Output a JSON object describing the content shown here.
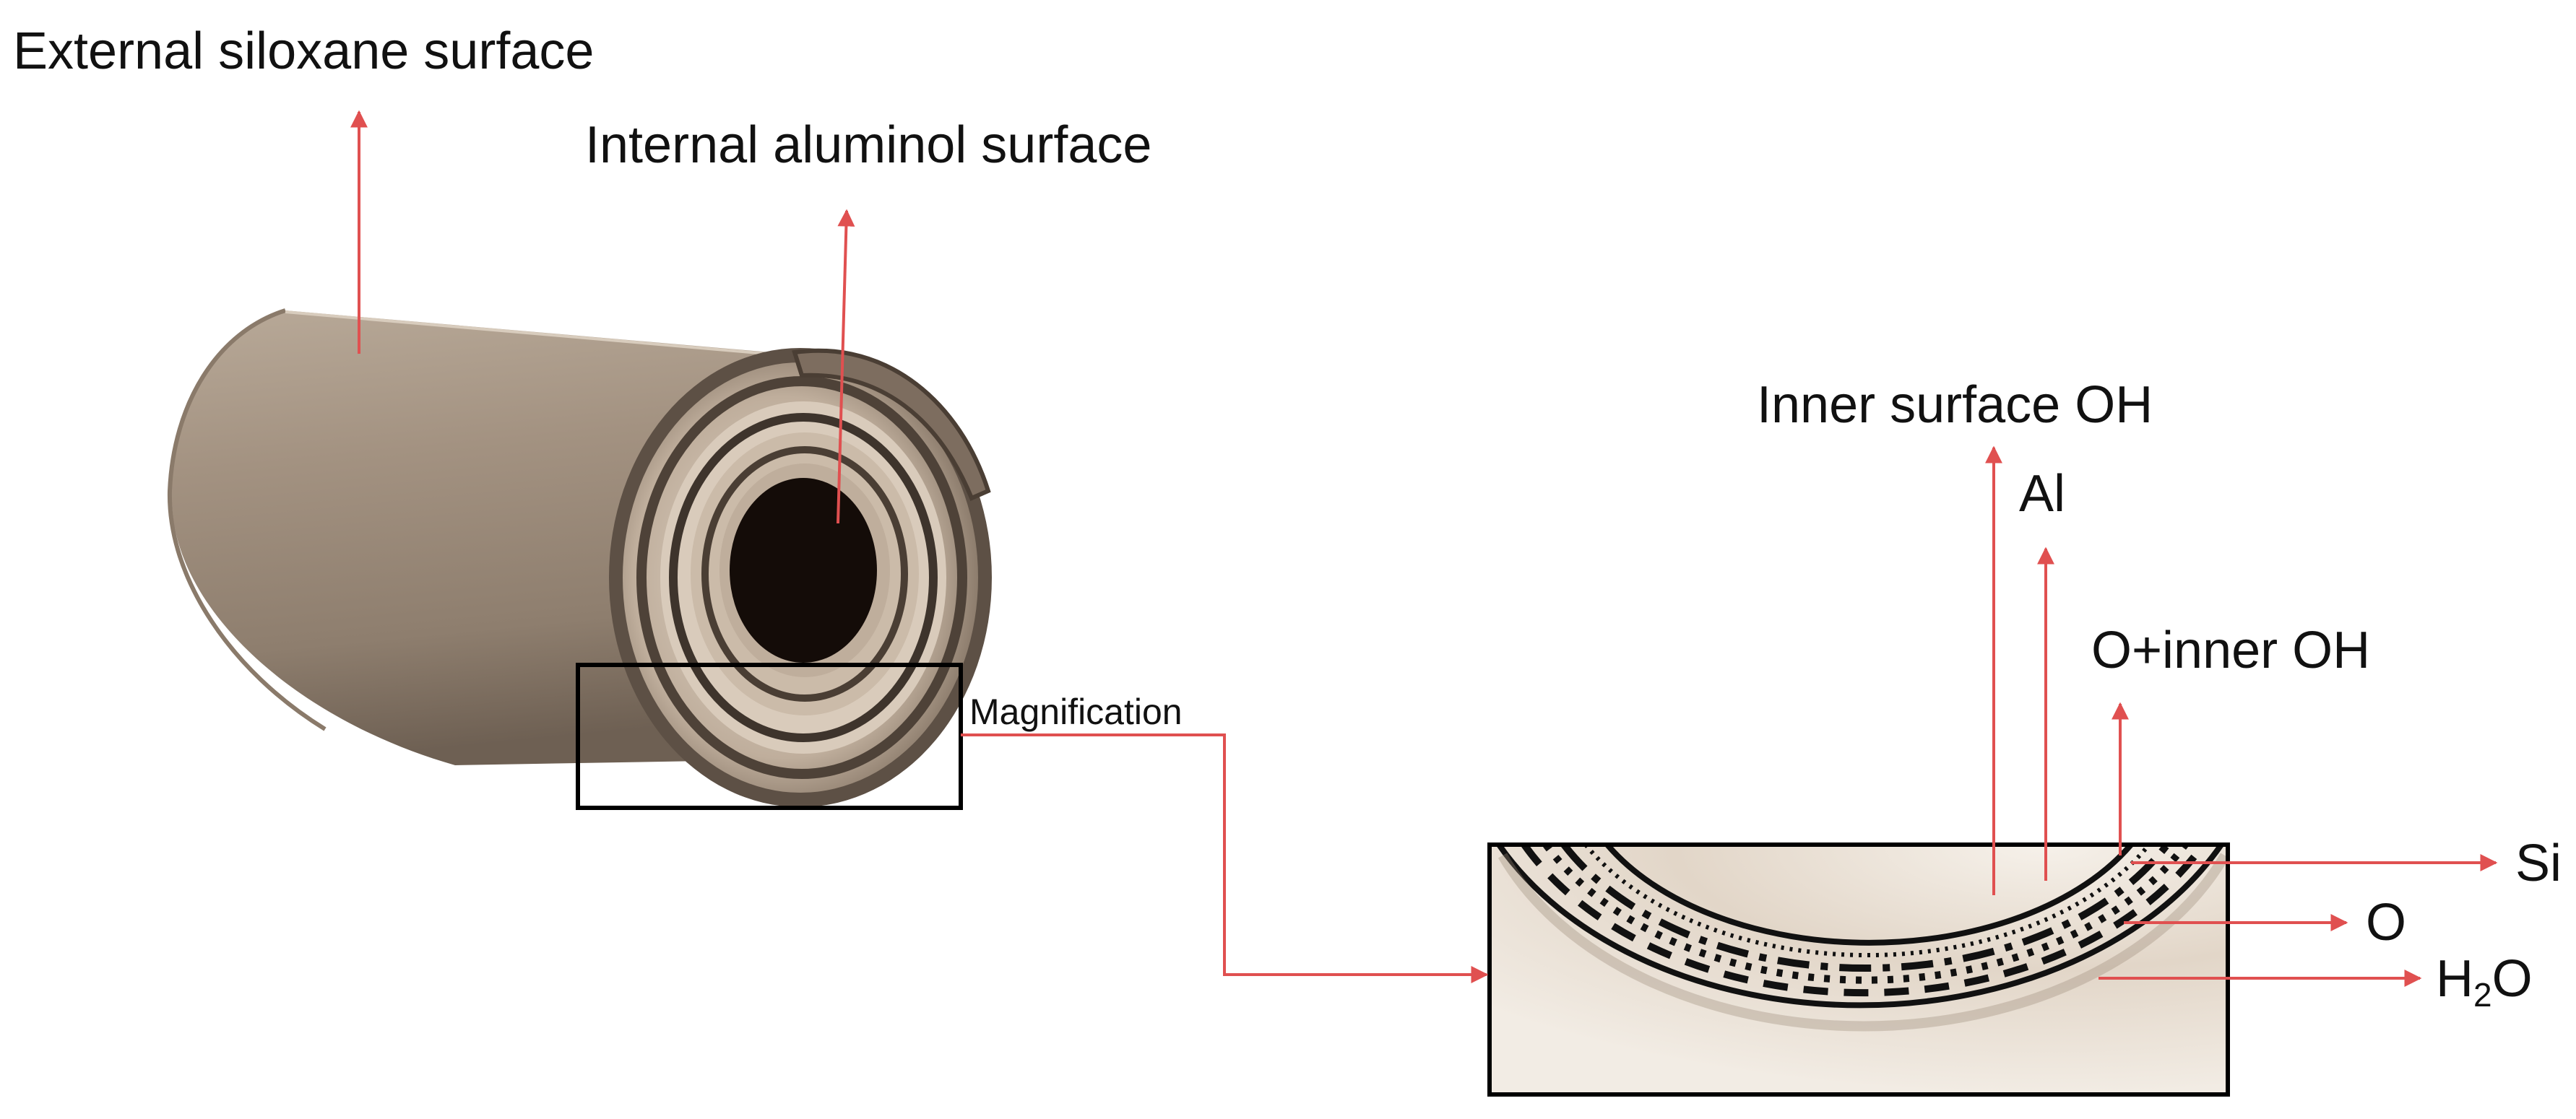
{
  "labels": {
    "external_surface": "External siloxane surface",
    "internal_surface": "Internal aluminol surface",
    "magnification": "Magnification",
    "inner_surface_oh": "Inner surface OH",
    "al": "Al",
    "o_inner_oh": "O+inner OH",
    "si": "Si",
    "o": "O",
    "water_h": "H",
    "water_sub": "2",
    "water_o": "O"
  },
  "colors": {
    "arrow": "#e05050",
    "tube_light": "#cdbfb0",
    "tube_mid": "#a39281",
    "tube_dark": "#6b5d50",
    "core": "#140c08",
    "frame": "#000000"
  }
}
